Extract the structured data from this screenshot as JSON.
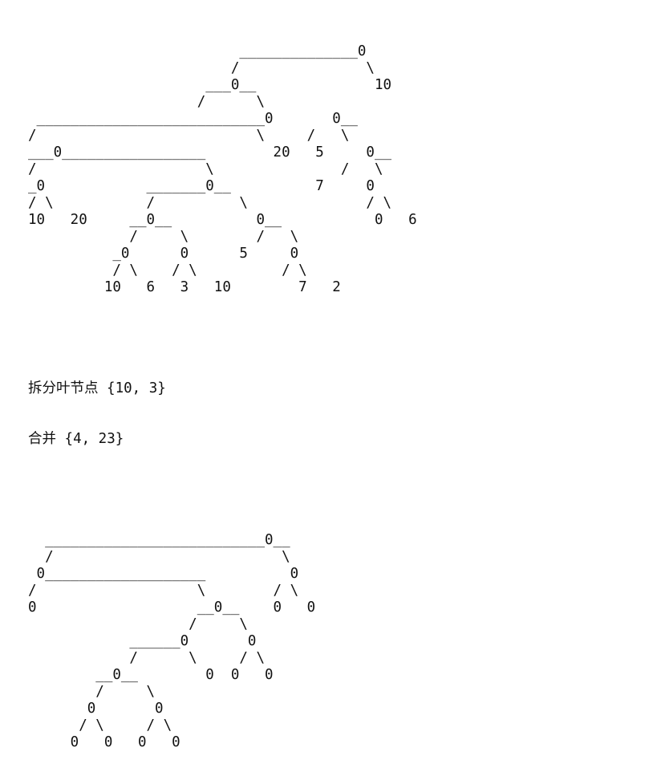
{
  "tree_before": "                         ______________0\n                        /               \\\n                     ___0__              10\n                    /      \\\n ___________________________0       0__\n/                          \\     /   \\\n___0_________________        20   5     0__\n/                    \\               /   \\\n_0            _______0__          7     0\n/ \\           /          \\              / \\\n10   20     __0__          0__           0   6\n            /     \\        /   \\\n          _0      0      5     0\n          / \\    / \\          / \\\n         10   6   3   10        7   2",
  "split_note": "拆分叶节点 {10, 3}",
  "merge_note": "合并 {4, 23}",
  "tree_after": "  __________________________0__\n  /                           \\\n 0___________________          0\n/                   \\        / \\\n0                   __0__    0   0\n                   /     \\\n            ______0       0\n            /      \\     / \\\n        __0__        0  0   0\n        /     \\\n       0       0\n      / \\     / \\\n     0   0   0   0"
}
